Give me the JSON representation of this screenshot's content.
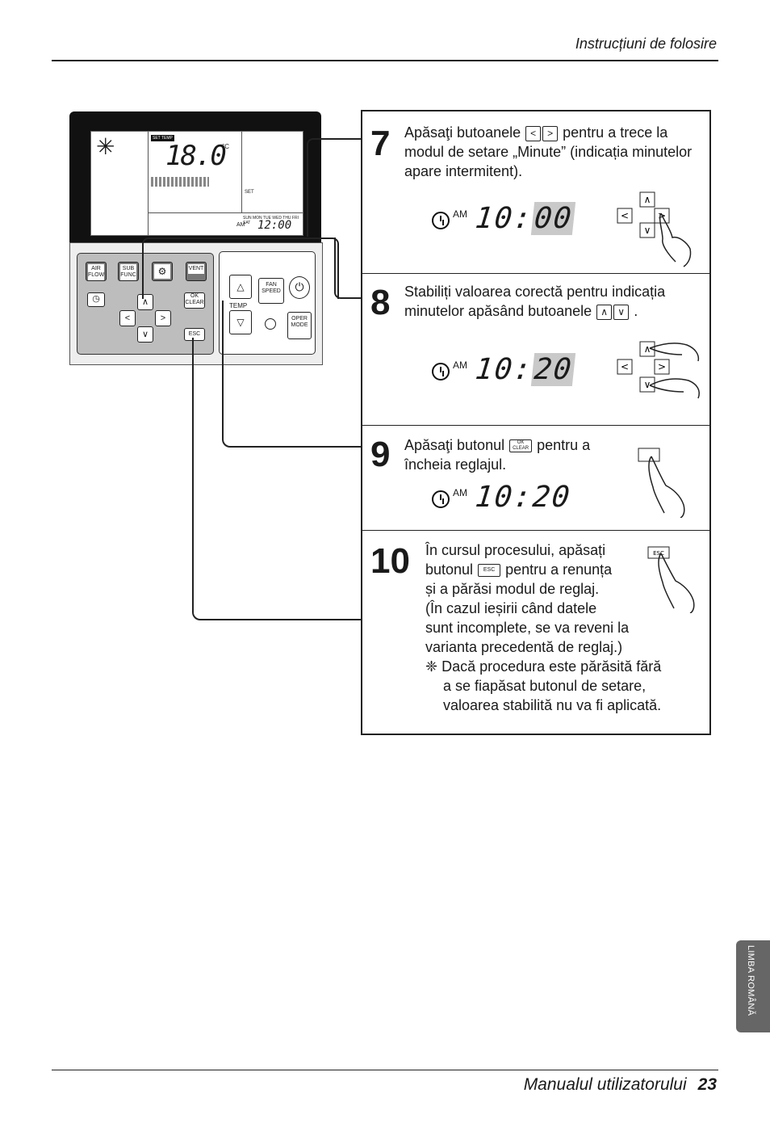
{
  "header": {
    "title": "Instrucțiuni de folosire"
  },
  "footer": {
    "manual": "Manualul utilizatorului",
    "page": "23"
  },
  "side_tab": {
    "label": "LIMBA ROMÂNĂ"
  },
  "remote": {
    "lcd": {
      "set_temp_badge": "SET TEMP",
      "temp_value": "18.0",
      "temp_unit": "°C",
      "clock": "12:00",
      "clock_am": "AM",
      "days": "SUN MON TUE WED THU FRI SAT",
      "set_label": "SET"
    },
    "buttons": {
      "air_flow": "AIR FLOW",
      "sub_func": "SUB FUNC",
      "vent": "VENT",
      "ok_clear": "OK CLEAR",
      "esc": "ESC",
      "fan_speed": "FAN SPEED",
      "temp": "TEMP",
      "oper_mode": "OPER MODE"
    }
  },
  "steps": [
    {
      "number": "7",
      "text_a": "Apăsaţi butoanele",
      "text_b": "pentru a trece la modul de setare „Minute” (indicația minutelor apare intermitent).",
      "display_am": "AM",
      "display_hours": "10:",
      "display_minutes": "00"
    },
    {
      "number": "8",
      "text_a": "Stabiliți valoarea corectă pentru indicația minutelor apăsând butoanele",
      "text_b": ".",
      "display_am": "AM",
      "display_hours": "10:",
      "display_minutes": "20"
    },
    {
      "number": "9",
      "text_a": "Apăsaţi butonul",
      "text_b": "pentru a încheia reglajul.",
      "display_am": "AM",
      "display_time": "10:20"
    },
    {
      "number": "10",
      "line1": "În cursul procesului, apăsați",
      "line2a": "butonul",
      "line2b": "pentru a renunța",
      "line3": "și a părăsi modul de reglaj.",
      "line4": "(În cazul ieșirii când datele",
      "line5": "sunt incomplete, se va reveni la",
      "line6": "varianta precedentă de reglaj.)",
      "note1": "❈ Dacă procedura este părăsită fără",
      "note2": "a se fiapăsat butonul de setare,",
      "note3": "valoarea stabilită nu va fi aplicată."
    }
  ]
}
